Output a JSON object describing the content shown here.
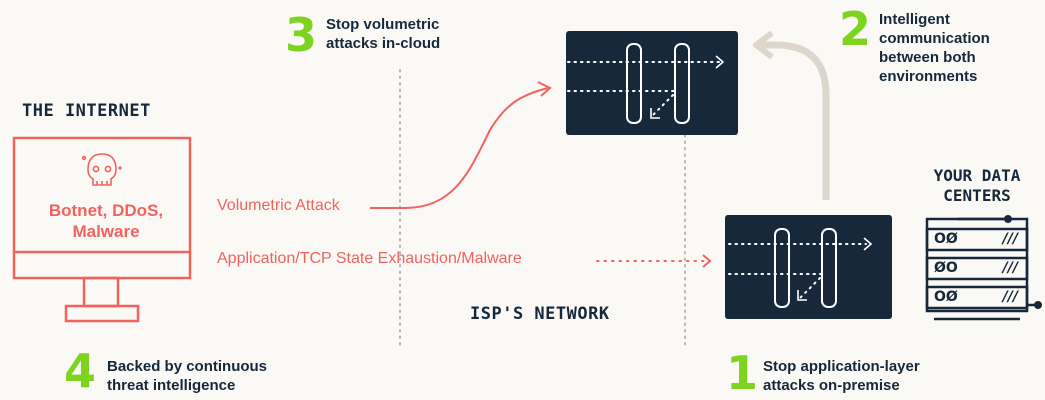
{
  "steps": [
    {
      "number": "3",
      "text": "Stop volumetric attacks in-cloud",
      "lines": [
        "Stop volumetric",
        "attacks in-cloud"
      ]
    },
    {
      "number": "2",
      "text": "Intelligent communication between both environments",
      "lines": [
        "Intelligent",
        "communication",
        "between both",
        "environments"
      ]
    },
    {
      "number": "4",
      "text": "Backed by continuous threat intelligence",
      "lines": [
        "Backed by continuous",
        "threat intelligence"
      ]
    },
    {
      "number": "1",
      "text": "Stop application-layer attacks on-premise",
      "lines": [
        "Stop application-layer",
        "attacks on-premise"
      ]
    }
  ],
  "internet": {
    "heading": "THE INTERNET",
    "monitor_lines": [
      "Botnet, DDoS,",
      "Malware"
    ],
    "skull_icon": "skull-icon"
  },
  "attacks": {
    "volumetric": "Volumetric Attack",
    "application": "Application/TCP State Exhaustion/Malware"
  },
  "isp_label": "ISP'S NETWORK",
  "datacenter": {
    "heading_lines": [
      "YOUR DATA",
      "CENTERS"
    ],
    "rack_rows": [
      {
        "dots": "OØ",
        "marks": "///"
      },
      {
        "dots": "ØO",
        "marks": "///"
      },
      {
        "dots": "OØ",
        "marks": "///"
      }
    ]
  },
  "colors": {
    "accent_green": "#7ed321",
    "threat_red": "#f2635e",
    "navy": "#16283a",
    "link_gray": "#ddd6cd"
  }
}
